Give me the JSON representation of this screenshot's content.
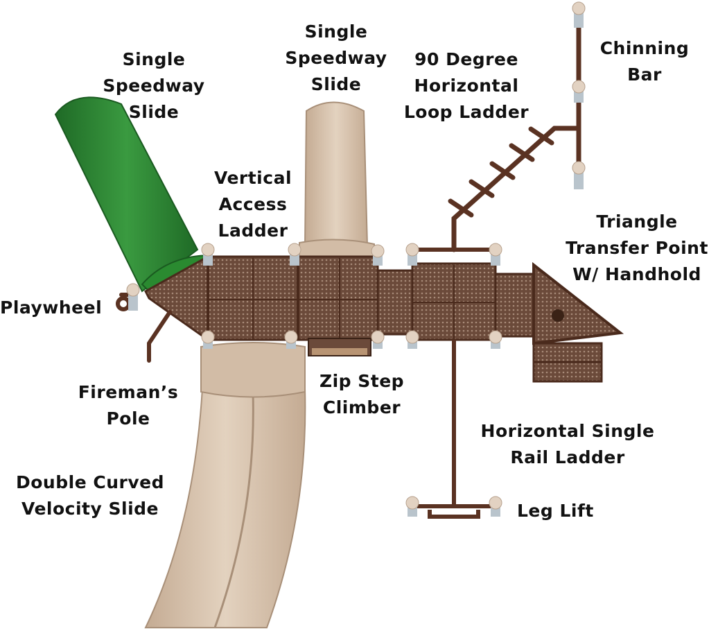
{
  "colors": {
    "green_slide": "#2f7d32",
    "tan_slide": "#d8c3ad",
    "brown_frame": "#5a3222",
    "deck": "#6b4a3a",
    "post_cap": "#e2d2c2",
    "post_base": "#b9c4cc",
    "label_text": "#111111"
  },
  "labels": {
    "single_speedway_slide_left": [
      "Single",
      "Speedway",
      "Slide"
    ],
    "single_speedway_slide_center": [
      "Single",
      "Speedway",
      "Slide"
    ],
    "loop_ladder": [
      "90 Degree",
      "Horizontal",
      "Loop Ladder"
    ],
    "chinning_bar": [
      "Chinning",
      "Bar"
    ],
    "vertical_access_ladder": [
      "Vertical",
      "Access",
      "Ladder"
    ],
    "triangle_transfer_point": [
      "Triangle",
      "Transfer Point",
      "W/ Handhold"
    ],
    "playwheel": [
      "Playwheel"
    ],
    "firemans_pole": [
      "Fireman’s",
      "Pole"
    ],
    "zip_step_climber": [
      "Zip Step",
      "Climber"
    ],
    "horizontal_single_rail_ladder": [
      "Horizontal Single",
      "Rail Ladder"
    ],
    "double_curved_velocity_slide": [
      "Double Curved",
      "Velocity Slide"
    ],
    "leg_lift": [
      "Leg Lift"
    ]
  }
}
